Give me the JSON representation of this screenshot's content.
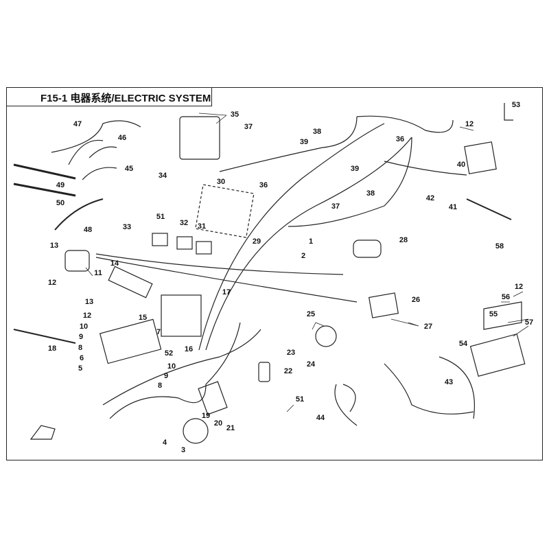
{
  "title": "F15-1 电器系统/ELECTRIC SYSTEM",
  "labels": [
    "35",
    "34",
    "37",
    "38",
    "39",
    "36",
    "12",
    "53",
    "40",
    "47",
    "46",
    "45",
    "49",
    "50",
    "30",
    "36",
    "39",
    "37",
    "38",
    "42",
    "41",
    "48",
    "33",
    "51",
    "32",
    "31",
    "29",
    "1",
    "2",
    "28",
    "58",
    "13",
    "11",
    "12",
    "14",
    "13",
    "12",
    "15",
    "17",
    "16",
    "26",
    "27",
    "25",
    "24",
    "10",
    "7",
    "9",
    "8",
    "6",
    "5",
    "52",
    "10",
    "9",
    "8",
    "23",
    "22",
    "18",
    "56",
    "12",
    "55",
    "57",
    "54",
    "43",
    "44",
    "51",
    "19",
    "20",
    "21",
    "4",
    "3"
  ]
}
